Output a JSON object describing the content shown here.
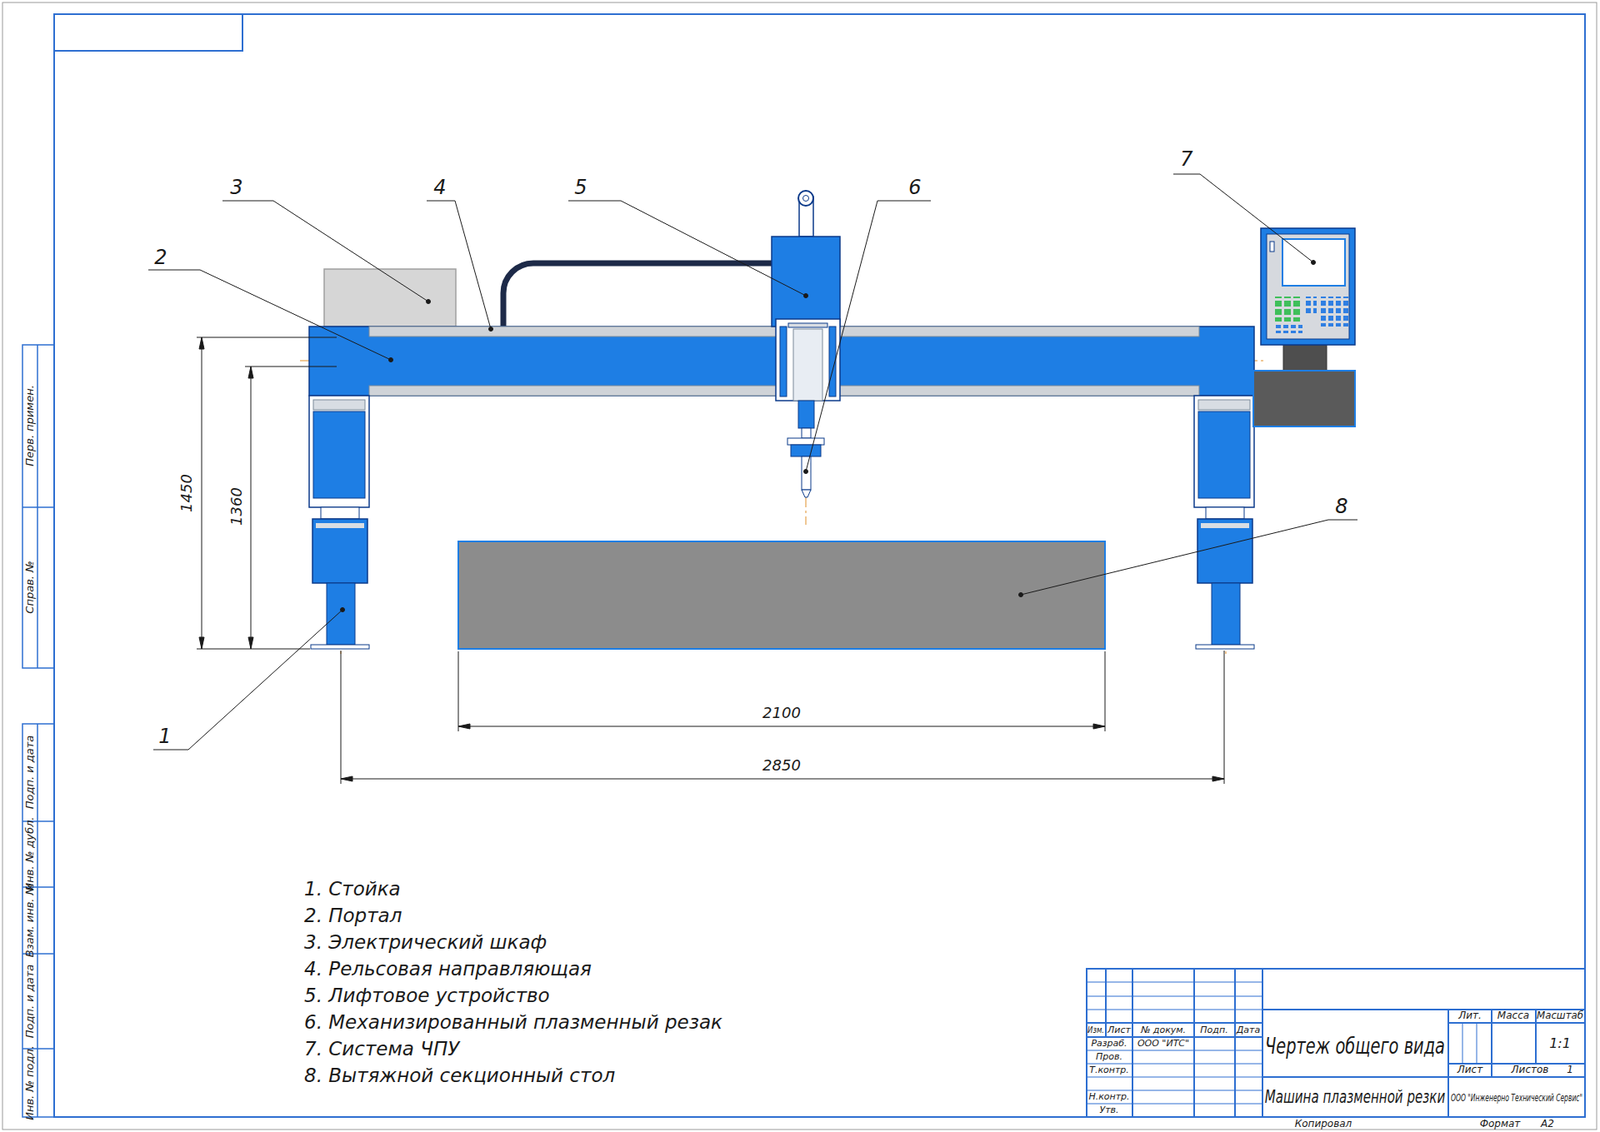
{
  "diagram": {
    "title": "Чертеж общего вида",
    "labels": [
      "3",
      "4",
      "5",
      "6",
      "7",
      "2",
      "8",
      "1",
      "1450",
      "1360",
      "2100",
      "2850",
      "1. Стойка",
      "2. Портал",
      "3. Электрический шкаф",
      "4. Рельсовая направляющая",
      "5. Лифтовое устройство",
      "6. Механизированный плазменный резак",
      "7. Система ЧПУ",
      "8. Вытяжной секционный стол",
      "Перв. примен.",
      "Справ. №",
      "Подп. и дата",
      "Инв. № дубл.",
      "Взам. инв. №",
      "Подп. и дата",
      "Инв. № подл.",
      "Изм.",
      "Лист",
      "№ докум.",
      "Подп.",
      "Дата",
      "Разраб.",
      "ООО \"ИТС\"",
      "Пров.",
      "Т.контр.",
      "Н.контр.",
      "Утв.",
      "Машина плазменной резки",
      "Лит.",
      "Масса",
      "Масштаб",
      "1:1",
      "Лист",
      "Листов",
      "1",
      "ООО \"Инженерно Технический Сервис\"",
      "Копировал",
      "Формат",
      "A2"
    ]
  }
}
